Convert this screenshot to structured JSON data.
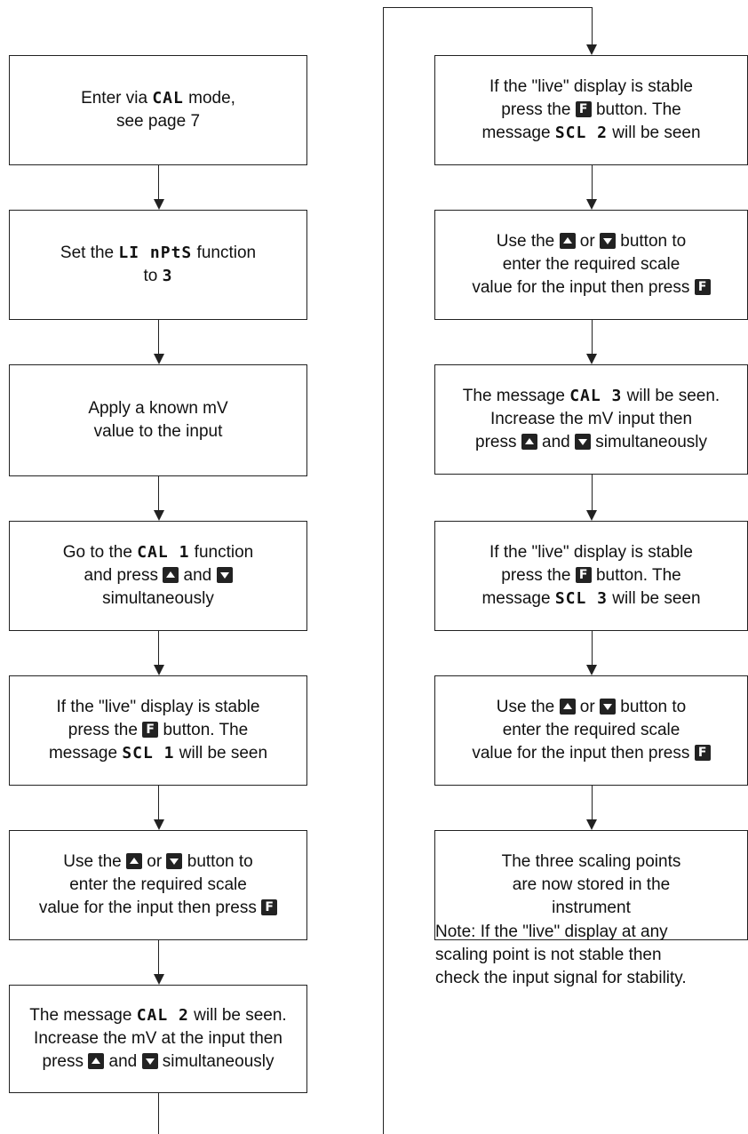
{
  "left_column": [
    {
      "lines": [
        [
          "Enter via ",
          "{code:CAL}",
          " mode,"
        ],
        [
          "see page 7"
        ]
      ]
    },
    {
      "lines": [
        [
          "Set the ",
          "{code:LI nPtS}",
          " function"
        ],
        [
          "to ",
          "{code:3}"
        ]
      ]
    },
    {
      "lines": [
        [
          "Apply a known mV"
        ],
        [
          "value to the input"
        ]
      ]
    },
    {
      "lines": [
        [
          "Go to the ",
          "{code:CAL 1}",
          " function"
        ],
        [
          "and press ",
          "{btn:up-button-icon}",
          " and ",
          "{btn:down-button-icon}"
        ],
        [
          "simultaneously"
        ]
      ]
    },
    {
      "lines": [
        [
          "If the \"live\" display is stable"
        ],
        [
          "press the ",
          "{btn:f-button-icon}",
          " button. The"
        ],
        [
          "message ",
          "{code:SCL 1}",
          " will be seen"
        ]
      ]
    },
    {
      "lines": [
        [
          "Use the ",
          "{btn:up-button-icon}",
          " or ",
          "{btn:down-button-icon}",
          " button to"
        ],
        [
          "enter the required scale"
        ],
        [
          "value for the input then press ",
          "{btn:f-button-icon}"
        ]
      ]
    },
    {
      "lines": [
        [
          "The message ",
          "{code:CAL 2}",
          " will be seen."
        ],
        [
          "Increase the mV at the input then"
        ],
        [
          "press ",
          "{btn:up-button-icon}",
          " and ",
          "{btn:down-button-icon}",
          " simultaneously"
        ]
      ]
    }
  ],
  "right_column": [
    {
      "lines": [
        [
          "If the \"live\" display is stable"
        ],
        [
          "press the ",
          "{btn:f-button-icon}",
          " button. The"
        ],
        [
          "message ",
          "{code:SCL 2}",
          " will be seen"
        ]
      ]
    },
    {
      "lines": [
        [
          "Use the ",
          "{btn:up-button-icon}",
          " or ",
          "{btn:down-button-icon}",
          " button to"
        ],
        [
          "enter the required scale"
        ],
        [
          "value for the input then press ",
          "{btn:f-button-icon}"
        ]
      ]
    },
    {
      "lines": [
        [
          "The message ",
          "{code:CAL 3}",
          " will be seen."
        ],
        [
          "Increase the mV input then"
        ],
        [
          "press ",
          "{btn:up-button-icon}",
          " and ",
          "{btn:down-button-icon}",
          " simultaneously"
        ]
      ]
    },
    {
      "lines": [
        [
          "If the \"live\" display is stable"
        ],
        [
          "press the ",
          "{btn:f-button-icon}",
          " button. The"
        ],
        [
          "message ",
          "{code:SCL 3}",
          " will be seen"
        ]
      ]
    },
    {
      "lines": [
        [
          "Use the ",
          "{btn:up-button-icon}",
          " or ",
          "{btn:down-button-icon}",
          " button to"
        ],
        [
          "enter the required scale"
        ],
        [
          "value for the input then press ",
          "{btn:f-button-icon}"
        ]
      ]
    },
    {
      "lines": [
        [
          "The three scaling points"
        ],
        [
          "are now stored in the"
        ],
        [
          "instrument"
        ]
      ]
    }
  ],
  "note": {
    "lines": [
      "Note: If the \"live\" display at any",
      "scaling point is not stable then",
      "check the input signal for stability."
    ]
  }
}
